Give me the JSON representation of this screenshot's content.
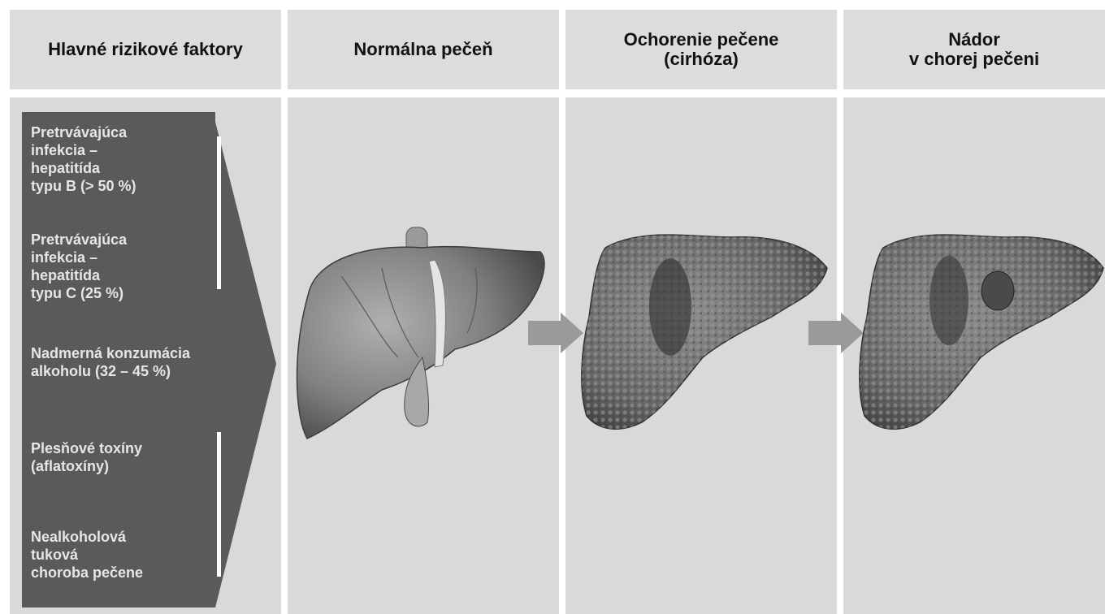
{
  "headers": {
    "risk_factors": "Hlavné rizikové faktory",
    "normal_liver": "Normálna pečeň",
    "disease_line1": "Ochorenie pečene",
    "disease_line2": "(cirhóza)",
    "tumor_line1": "Nádor",
    "tumor_line2": "v chorej pečeni"
  },
  "risk_factors": [
    {
      "text": "Pretrvávajúca\ninfekcia –\nhepatitída\ntypu B (> 50 %)"
    },
    {
      "text": "Pretrvávajúca\ninfekcia –\nhepatitída\ntypu C (25 %)"
    },
    {
      "text": "Nadmerná konzumácia\nalkoholu (32 – 45 %)"
    },
    {
      "text": "Plesňové toxíny\n(aflatoxíny)"
    },
    {
      "text": "Nealkoholová\ntuková\nchoroba pečene"
    }
  ],
  "colors": {
    "panel": "#d9d9d9",
    "risk_box": "#5a5a5a",
    "liver_normal": "#8a8a8a",
    "liver_cirrhosis": "#6e6e6e",
    "arrow": "#9a9a9a"
  }
}
